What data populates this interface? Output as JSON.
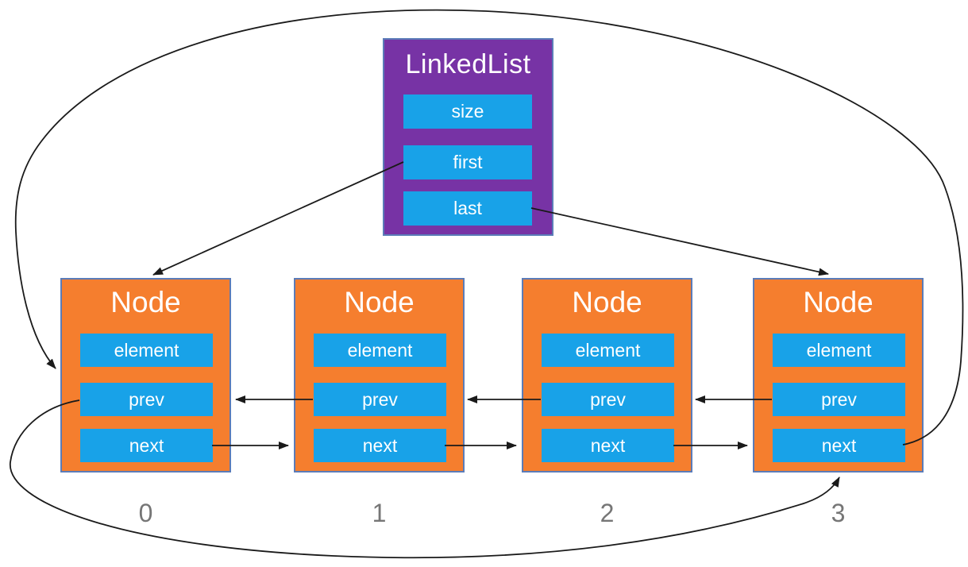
{
  "linked_list": {
    "title": "LinkedList",
    "fields": [
      "size",
      "first",
      "last"
    ]
  },
  "nodes": [
    {
      "title": "Node",
      "fields": [
        "element",
        "prev",
        "next"
      ],
      "index": "0"
    },
    {
      "title": "Node",
      "fields": [
        "element",
        "prev",
        "next"
      ],
      "index": "1"
    },
    {
      "title": "Node",
      "fields": [
        "element",
        "prev",
        "next"
      ],
      "index": "2"
    },
    {
      "title": "Node",
      "fields": [
        "element",
        "prev",
        "next"
      ],
      "index": "3"
    }
  ],
  "arrows": [
    {
      "name": "first-to-node0",
      "from": "linkedlist.first",
      "to": "node0"
    },
    {
      "name": "last-to-node3",
      "from": "linkedlist.last",
      "to": "node3"
    },
    {
      "name": "node0-next-to-node1",
      "from": "node0.next",
      "to": "node1"
    },
    {
      "name": "node1-next-to-node2",
      "from": "node1.next",
      "to": "node2"
    },
    {
      "name": "node2-next-to-node3",
      "from": "node2.next",
      "to": "node3"
    },
    {
      "name": "node1-prev-to-node0",
      "from": "node1.prev",
      "to": "node0"
    },
    {
      "name": "node2-prev-to-node1",
      "from": "node2.prev",
      "to": "node1"
    },
    {
      "name": "node3-prev-to-node2",
      "from": "node3.prev",
      "to": "node2"
    },
    {
      "name": "node3-next-wraparound-to-node0",
      "from": "node3.next",
      "to": "node0"
    },
    {
      "name": "node0-prev-wraparound-to-node3",
      "from": "node0.prev",
      "to": "node3"
    }
  ],
  "colors": {
    "background": "#ffffff",
    "list-fill": "#7733A5",
    "list-border": "#5B7CB8",
    "node-fill": "#F57E2E",
    "node-border": "#5B7CB8",
    "field-fill": "#18A2E8",
    "arrow": "#1a1a1a",
    "index-text": "#767676"
  }
}
